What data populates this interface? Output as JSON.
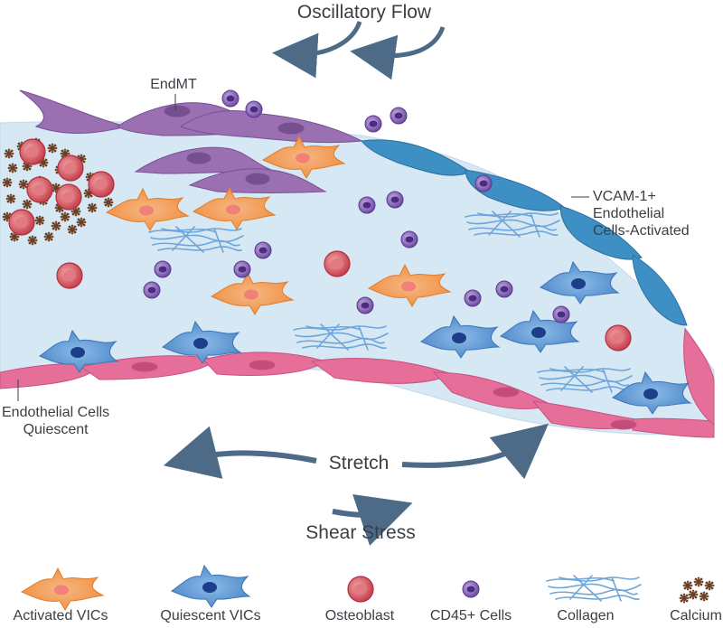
{
  "labels": {
    "oscillatory_flow": "Oscillatory Flow",
    "endmt": "EndMT",
    "vcam": [
      "VCAM-1+",
      "Endothelial",
      "Cells-Activated"
    ],
    "endothelial_quiescent": [
      "Endothelial Cells",
      "Quiescent"
    ],
    "stretch": "Stretch",
    "shear_stress": "Shear Stress"
  },
  "legend": [
    {
      "label": "Activated VICs",
      "icon": "activated-vic-icon"
    },
    {
      "label": "Quiescent VICs",
      "icon": "quiescent-vic-icon"
    },
    {
      "label": "Osteoblast",
      "icon": "osteoblast-icon"
    },
    {
      "label": "CD45+ Cells",
      "icon": "cd45-cell-icon"
    },
    {
      "label": "Collagen",
      "icon": "collagen-icon"
    },
    {
      "label": "Calcium",
      "icon": "calcium-icon"
    }
  ],
  "colors": {
    "tissue": "#d6e8f4",
    "endmt_purple": "#9a70b3",
    "activated_endothelium_blue": "#3d8fc4",
    "quiescent_endothelium_pink": "#e56f98",
    "activated_vic_orange": "#f39c4a",
    "quiescent_vic_blue": "#5b95d4",
    "osteoblast_red": "#d9525e",
    "cd45_purple": "#7e58b0",
    "collagen_blue": "#6fa6d9",
    "calcium_brown": "#6b3f22",
    "arrow_slate": "#4d6a86"
  }
}
